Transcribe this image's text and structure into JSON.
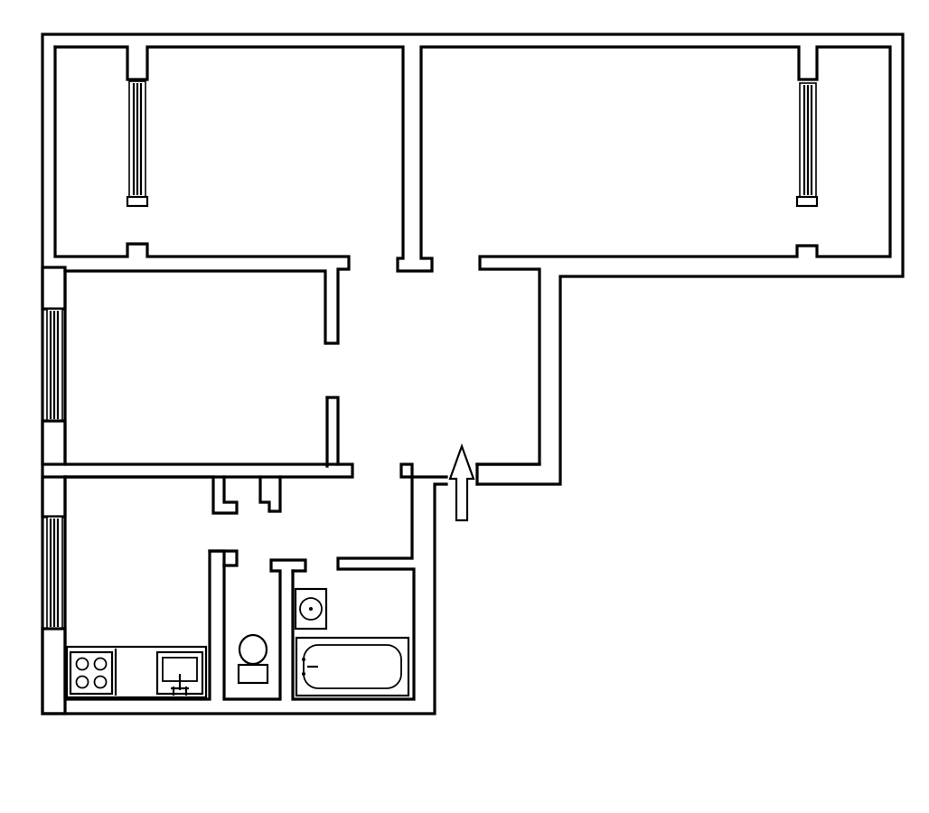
{
  "diagram": {
    "type": "floor-plan",
    "rooms": [
      "room-top-left",
      "room-top-right",
      "room-middle-left",
      "kitchen",
      "toilet",
      "bathroom",
      "hallway"
    ],
    "fixtures": [
      "stove",
      "kitchen-sink",
      "toilet-bowl",
      "washbasin",
      "bathtub"
    ],
    "windows": 4,
    "entrance_marker": "arrow",
    "colors": {
      "walls": "#000000",
      "background": "#ffffff"
    }
  }
}
